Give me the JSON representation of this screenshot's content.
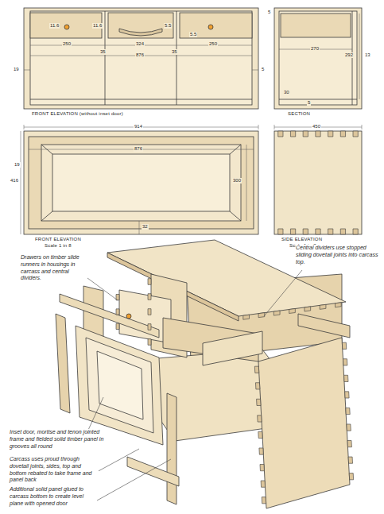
{
  "diagram": {
    "labels": [
      "11.6",
      "11.6",
      "5.5",
      "5.5",
      "250",
      "35",
      "324",
      "35",
      "250",
      "876",
      "19",
      "5",
      "FRONT ELEVATION (without inset door)",
      "5",
      "270",
      "292",
      "13",
      "30",
      "5",
      "SECTION",
      "914",
      "876",
      "19",
      "416",
      "300",
      "32",
      "FRONT ELEVATION",
      "Scale 1 in 8",
      "450",
      "SIDE ELEVATION",
      "Scale 1 in 8",
      "Drawers on timber slide runners in housings in carcass and central dividers.",
      "Central dividers use stopped sliding dovetail joints into carcass top.",
      "Inset door, mortise and tenon jointed frame and fielded solid timber panel in grooves all round",
      "Carcass uses proud through dovetail joints, sides, top and bottom rebated to take frame and panel back",
      "Additional solid panel glued to carcass bottom to create level plane with opened door"
    ]
  }
}
